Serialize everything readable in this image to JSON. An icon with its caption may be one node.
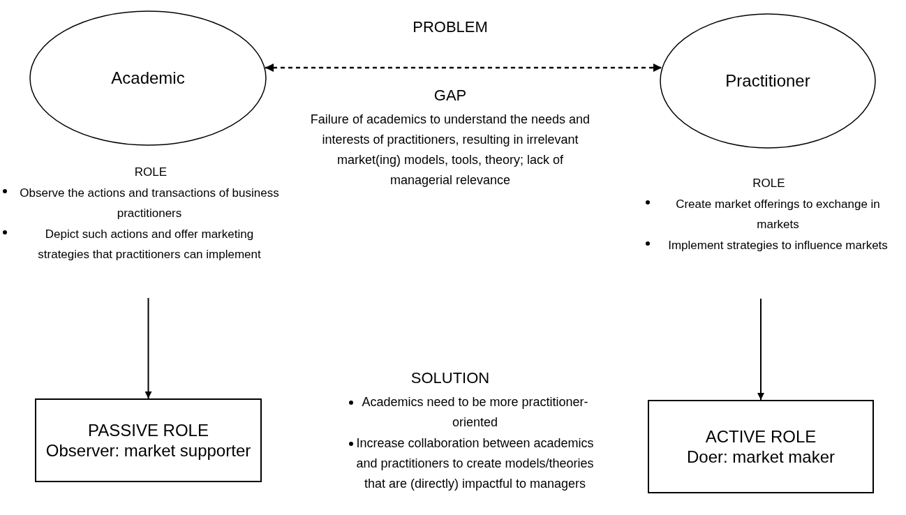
{
  "diagram": {
    "nodes": [
      {
        "text": [
          "Academic"
        ]
      },
      {
        "text": [
          "Practitioner"
        ]
      },
      {
        "text": [
          "ROLE",
          "Observe the actions and transactions of business practitioners",
          "Depict such actions and offer marketing strategies that practitioners can implement"
        ]
      },
      {
        "text": [
          "ROLE",
          "Create market offerings to exchange in markets",
          "Implement strategies to influence markets"
        ]
      },
      {
        "text": [
          "PASSIVE ROLE",
          "Observer: market supporter"
        ]
      },
      {
        "text": [
          "ACTIVE ROLE",
          "Doer: market maker"
        ]
      }
    ],
    "edges": [
      {
        "from": 0,
        "to": 1,
        "arrow": "both",
        "style": "dashed"
      },
      {
        "from": 2,
        "to": 4,
        "arrow": "to"
      },
      {
        "from": 3,
        "to": 5,
        "arrow": "to"
      }
    ],
    "labels": [
      "PROBLEM",
      "GAP",
      "Failure of academics to understand the needs and interests of practitioners, resulting in irrelevant market(ing) models, tools, theory; lack of managerial relevance",
      "SOLUTION",
      "Academics need to be more practitioner-oriented",
      "Increase collaboration between academics and practitioners to create models/theories that are (directly) impactful to managers"
    ]
  }
}
